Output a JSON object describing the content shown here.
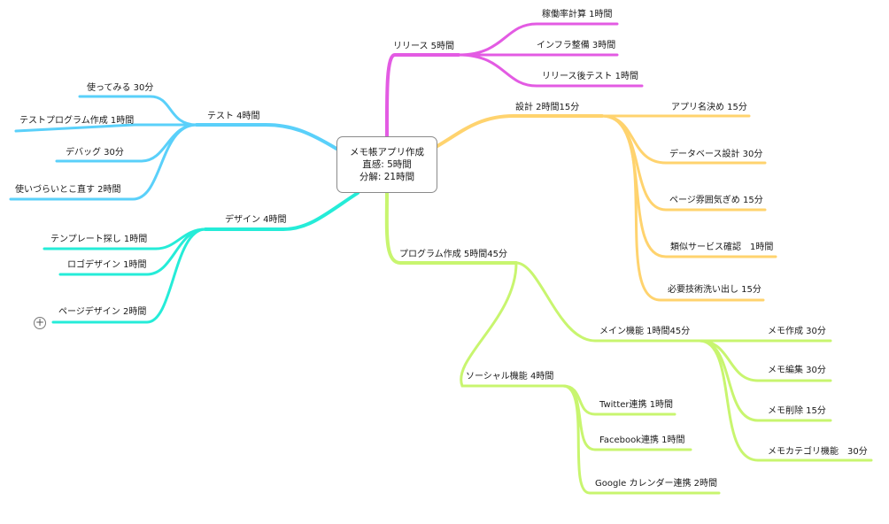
{
  "root": {
    "title": "メモ帳アプリ作成",
    "line2": "直感: 5時間",
    "line3": "分解: 21時間"
  },
  "colors": {
    "release": "#e35be3",
    "design": "#ffd36e",
    "program": "#c8f56f",
    "test": "#5ad0fa",
    "designui": "#25ecd8"
  },
  "icons": {
    "expand": "plus-circle-icon",
    "expand_glyph": "+"
  },
  "branches": {
    "release": {
      "label": "リリース 5時間",
      "children": [
        "稼働率計算 1時間",
        "インフラ整備 3時間",
        "リリース後テスト 1時間"
      ]
    },
    "design": {
      "label": "設計 2時間15分",
      "children": [
        "アプリ名決め 15分",
        "データベース設計 30分",
        "ページ雰囲気ぎめ 15分",
        "類似サービス確認　1時間",
        "必要技術洗い出し 15分"
      ]
    },
    "program": {
      "label": "プログラム作成 5時間45分",
      "main": {
        "label": "メイン機能 1時間45分",
        "children": [
          "メモ作成 30分",
          "メモ編集 30分",
          "メモ削除 15分",
          "メモカテゴリ機能　30分"
        ]
      },
      "social": {
        "label": "ソーシャル機能 4時間",
        "children": [
          "Twitter連携 1時間",
          "Facebook連携 1時間",
          "Google カレンダー連携 2時間"
        ]
      }
    },
    "test": {
      "label": "テスト 4時間",
      "children": [
        "使ってみる 30分",
        "テストプログラム作成 1時間",
        "デバッグ 30分",
        "使いづらいとこ直す 2時間"
      ]
    },
    "designui": {
      "label": "デザイン 4時間",
      "children": [
        "テンプレート探し 1時間",
        "ロゴデザイン 1時間",
        "ページデザイン 2時間"
      ]
    }
  }
}
